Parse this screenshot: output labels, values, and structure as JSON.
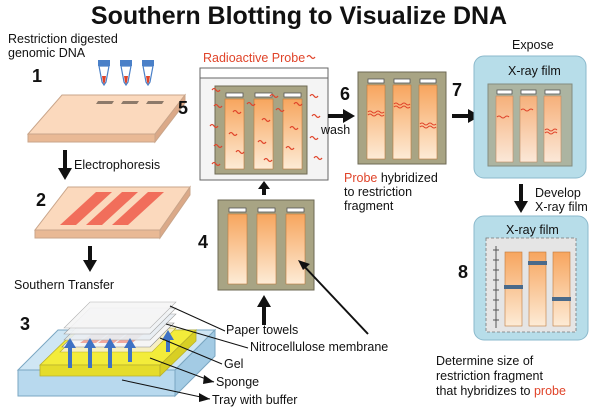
{
  "title": "Southern Blotting to Visualize DNA",
  "steps": {
    "s1": "1",
    "s2": "2",
    "s3": "3",
    "s4": "4",
    "s5": "5",
    "s6": "6",
    "s7": "7",
    "s8": "8"
  },
  "labels": {
    "restriction_line1": "Restriction digested",
    "restriction_line2": "genomic DNA",
    "electrophoresis": "Electrophoresis",
    "southern_transfer": "Southern Transfer",
    "radioactive_probe": "Radioactive Probe",
    "wash": "wash",
    "expose": "Expose",
    "xray_film_top": "X-ray film",
    "develop_line1": "Develop",
    "develop_line2": "X-ray film",
    "xray_film_bottom": "X-ray film",
    "probe_word": "Probe",
    "hybridized_line1_rest": " hybridized",
    "hybridized_line2": "to restriction",
    "hybridized_line3": "fragment",
    "paper_towels": "Paper towels",
    "nitrocellulose": "Nitrocellulose membrane",
    "gel": "Gel",
    "sponge": "Sponge",
    "tray": "Tray with buffer",
    "determine_line1": "Determine size of",
    "determine_line2": "restriction fragment",
    "determine_line3_pre": "that hybridizes to ",
    "determine_probe": "probe"
  },
  "colors": {
    "accent_red": "#e0442a",
    "gel_peach": "#f9d3b3",
    "lane_orange": "#f4a25c",
    "film_blue": "#b7dde9",
    "membrane_olive": "#a8a484",
    "sponge_yellow": "#f3ec3a"
  }
}
